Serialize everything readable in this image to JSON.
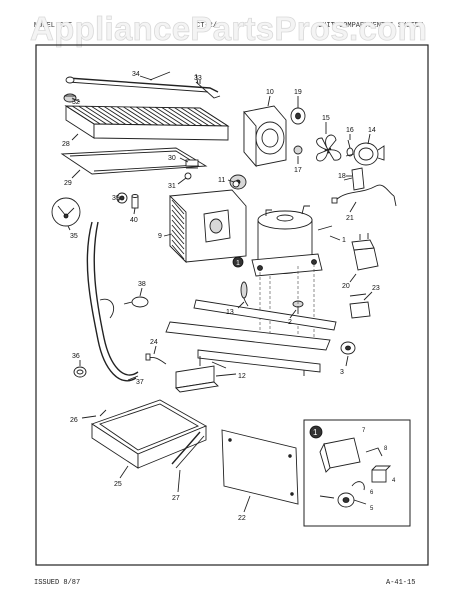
{
  "watermark": "AppliancePartsPros.com",
  "header": {
    "left": "MODEL CAT",
    "center": "CT-2/-",
    "right": "UNIT COMPARTMENT & SYSTEM"
  },
  "footer": {
    "issued": "ISSUED 8/87",
    "page_ref": "A-41-15"
  },
  "inset_marker": "1",
  "parts": {
    "p1": "1",
    "p2": "2",
    "p3": "3",
    "p4": "4",
    "p5": "5",
    "p6": "6",
    "p7": "7",
    "p8": "8",
    "p9": "9",
    "p10": "10",
    "p11": "11",
    "p12": "12",
    "p13": "13",
    "p14": "14",
    "p15": "15",
    "p16": "16",
    "p17": "17",
    "p18": "18",
    "p19": "19",
    "p20": "20",
    "p21": "21",
    "p22": "22",
    "p23": "23",
    "p24": "24",
    "p25": "25",
    "p26": "26",
    "p27": "27",
    "p28": "28",
    "p29": "29",
    "p30": "30",
    "p31": "31",
    "p32": "32",
    "p33": "33",
    "p34": "34",
    "p35": "35",
    "p36": "36",
    "p37": "37",
    "p38": "38",
    "p39": "39",
    "p40": "40"
  }
}
